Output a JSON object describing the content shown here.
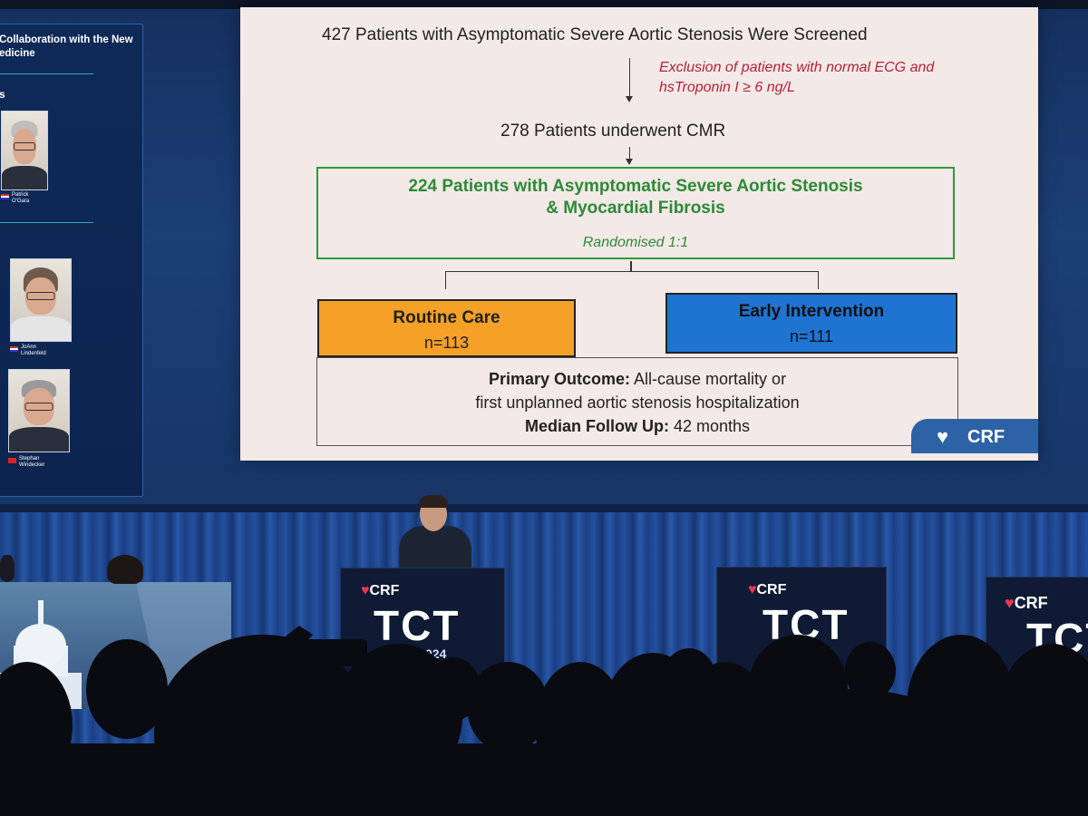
{
  "side_panel": {
    "title_line1": "Collaboration with the New",
    "title_line2": "edicine",
    "letter": "s",
    "people": [
      {
        "name_line1": "Patrick",
        "name_line2": "O'Gara"
      },
      {
        "name_line1": "JoAnn",
        "name_line2": "Lindenfeld"
      },
      {
        "name_line1": "Stephan",
        "name_line2": "Windecker"
      }
    ]
  },
  "slide": {
    "screened": "427 Patients with Asymptomatic Severe Aortic Stenosis Were Screened",
    "exclusion_line1": "Exclusion of patients with normal ECG and",
    "exclusion_line2": "hsTroponin I ≥ 6 ng/L",
    "cmr": "278 Patients underwent CMR",
    "randomised_line1": "224 Patients with Asymptomatic Severe Aortic Stenosis",
    "randomised_line2": "& Myocardial Fibrosis",
    "randomised_ratio": "Randomised 1:1",
    "arm_routine": {
      "label": "Routine Care",
      "n": "n=113"
    },
    "arm_early": {
      "label": "Early Intervention",
      "n": "n=111"
    },
    "primary_outcome_label": "Primary Outcome:",
    "primary_outcome_text1": "All-cause mortality or",
    "primary_outcome_text2": "first unplanned aortic stenosis hospitalization",
    "followup_label": "Median Follow Up:",
    "followup_value": "42 months",
    "badge": "CRF"
  },
  "stage": {
    "podium_brand": "CRF",
    "podium_event": "TCT",
    "podium_year": "TCT2024"
  },
  "colors": {
    "slide_bg": "#f3e9e6",
    "green": "#2c8a37",
    "exclusion_red": "#b3223a",
    "routine_orange": "#f5a128",
    "early_blue": "#1f73d1",
    "crf_blue": "#2e62a6"
  }
}
